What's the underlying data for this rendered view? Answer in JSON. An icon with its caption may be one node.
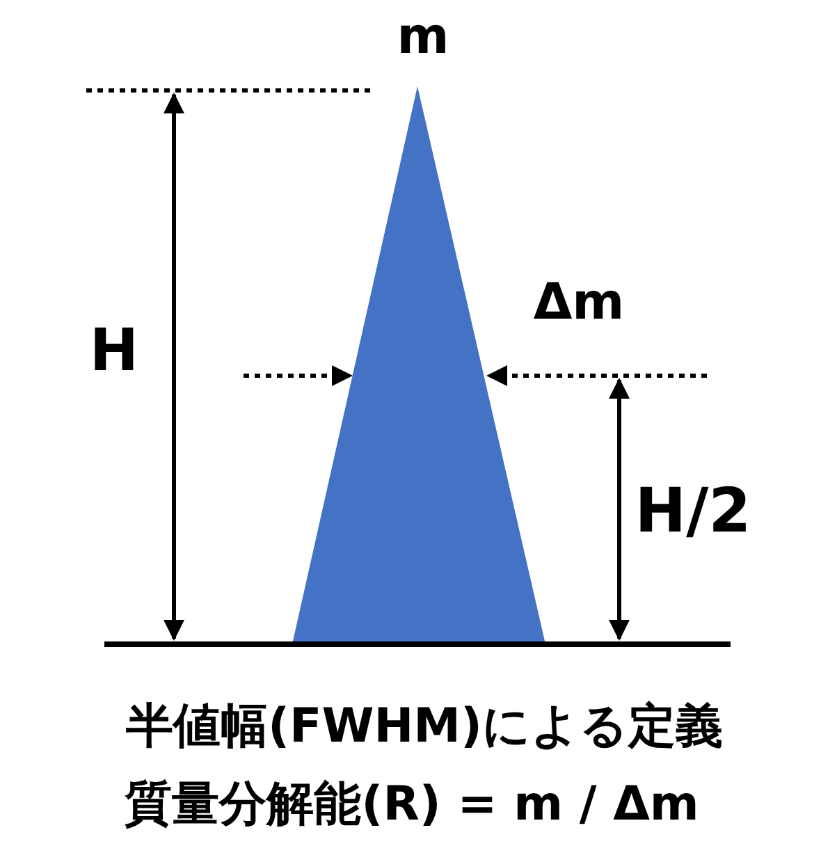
{
  "diagram": {
    "nodes": [
      {
        "text": [],
        "shape": "triangle"
      }
    ],
    "labels": [
      "m",
      "H",
      "Δm",
      "H/2",
      "半値幅(FWHM)による定義",
      "質量分解能(R) = m / Δm"
    ]
  }
}
